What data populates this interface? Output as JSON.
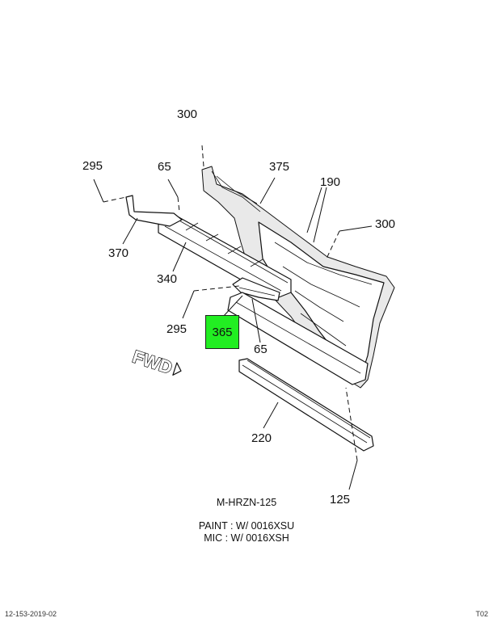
{
  "diagram": {
    "callouts": {
      "c300_top": "300",
      "c295_left": "295",
      "c65_top": "65",
      "c375": "375",
      "c190": "190",
      "c300_right": "300",
      "c370": "370",
      "c340": "340",
      "c295_mid": "295",
      "c65_bottom": "65",
      "c220": "220",
      "c125": "125"
    },
    "highlight": {
      "label": "365",
      "color": "#22ee22"
    },
    "fwd_label": "FWD"
  },
  "notes": {
    "model": "M-HRZN-125",
    "paint": "PAINT : W/ 0016XSU",
    "mic": "MIC : W/ 0016XSH"
  },
  "footer": {
    "left": "12-153-2019-02",
    "right": "T02"
  }
}
